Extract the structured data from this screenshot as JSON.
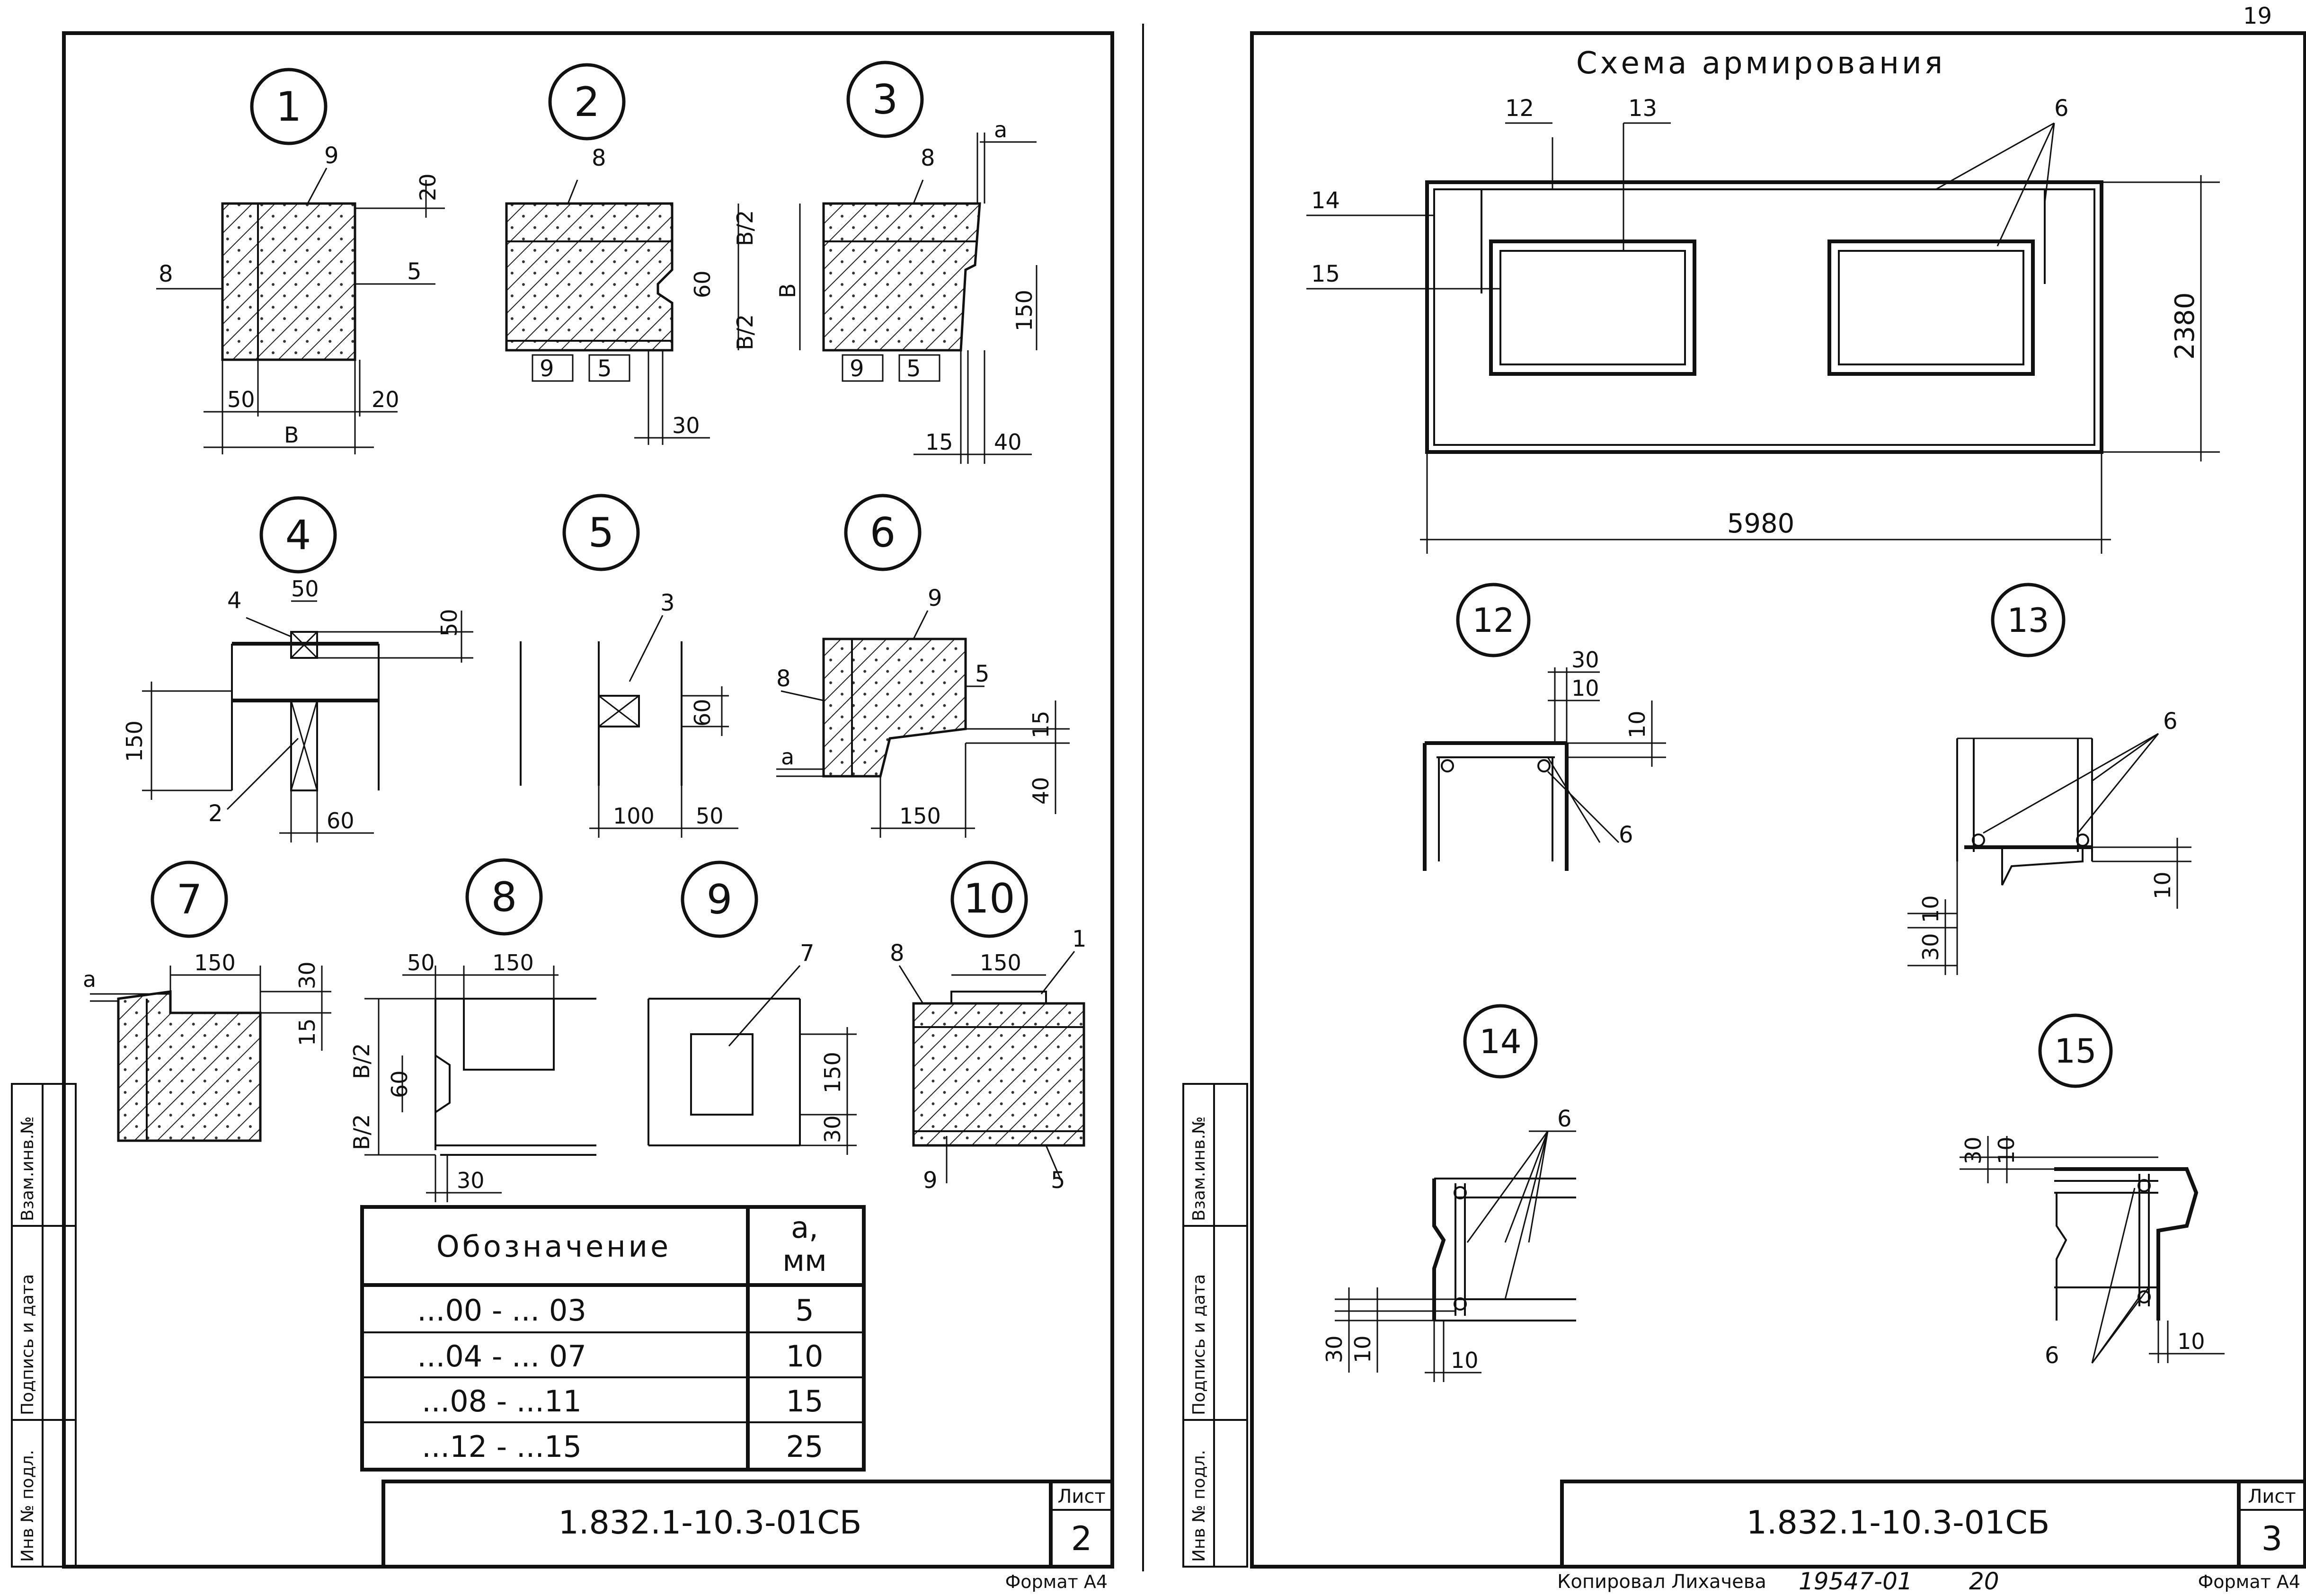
{
  "page_number": "19",
  "left_sheet": {
    "detail_numbers": [
      "1",
      "2",
      "3",
      "4",
      "5",
      "6",
      "7",
      "8",
      "9",
      "10"
    ],
    "det1": {
      "callouts": [
        "9",
        "8",
        "5"
      ],
      "dims": [
        "20",
        "50",
        "20",
        "B"
      ]
    },
    "det2": {
      "callouts": [
        "8",
        "9",
        "5"
      ],
      "dims": [
        "B/2",
        "60",
        "B/2",
        "30"
      ]
    },
    "det3": {
      "callouts": [
        "8",
        "9",
        "5"
      ],
      "dims": [
        "a",
        "B",
        "150",
        "15",
        "40"
      ]
    },
    "det4": {
      "callouts": [
        "4",
        "2"
      ],
      "dims": [
        "50",
        "50",
        "150",
        "60"
      ]
    },
    "det5": {
      "callouts": [
        "3"
      ],
      "dims": [
        "60",
        "100",
        "50"
      ]
    },
    "det6": {
      "callouts": [
        "9",
        "8",
        "5"
      ],
      "dims": [
        "15",
        "a",
        "40",
        "150"
      ]
    },
    "det7": {
      "dims": [
        "a",
        "150",
        "30",
        "15"
      ]
    },
    "det8": {
      "dims": [
        "50",
        "150",
        "B/2",
        "60",
        "B/2",
        "30"
      ]
    },
    "det9": {
      "callouts": [
        "7"
      ],
      "dims": [
        "150",
        "30"
      ]
    },
    "det10": {
      "callouts": [
        "8",
        "1",
        "9",
        "5"
      ],
      "dims": [
        "150"
      ]
    },
    "table": {
      "header_designation": "Обозначение",
      "header_a": "a,",
      "header_a_unit": "мм",
      "rows": [
        {
          "range": "...00 - ... 03",
          "a": "5"
        },
        {
          "range": "...04 - ... 07",
          "a": "10"
        },
        {
          "range": "...08 - ...11",
          "a": "15"
        },
        {
          "range": "...12 - ...15",
          "a": "25"
        }
      ]
    },
    "side_stamp": [
      "Инв № подл.",
      "Подпись и дата",
      "Взам.инв.№"
    ],
    "title_code": "1.832.1-10.3-01СБ",
    "sheet_label": "Лист",
    "sheet_number": "2",
    "format_label": "Формат А4"
  },
  "right_sheet": {
    "scheme_title": "Схема армирования",
    "scheme_callouts": [
      "12",
      "13",
      "6",
      "14",
      "15"
    ],
    "scheme_dims": [
      "2380",
      "5980"
    ],
    "detail_numbers": [
      "12",
      "13",
      "14",
      "15"
    ],
    "det12": {
      "callouts": [
        "6"
      ],
      "dims": [
        "30",
        "10",
        "10"
      ]
    },
    "det13": {
      "callouts": [
        "6"
      ],
      "dims": [
        "10",
        "30",
        "10"
      ]
    },
    "det14": {
      "callouts": [
        "6"
      ],
      "dims": [
        "30",
        "10",
        "10"
      ]
    },
    "det15": {
      "callouts": [
        "6"
      ],
      "dims": [
        "30",
        "10",
        "10"
      ]
    },
    "side_stamp": [
      "Инв № подл.",
      "Подпись и дата",
      "Взам.инв.№"
    ],
    "title_code": "1.832.1-10.3-01СБ",
    "sheet_label": "Лист",
    "sheet_number": "3",
    "copied_by": "Копировал Лихачева",
    "order_number": "19547-01",
    "order_suffix": "20",
    "format_label": "Формат А4"
  }
}
